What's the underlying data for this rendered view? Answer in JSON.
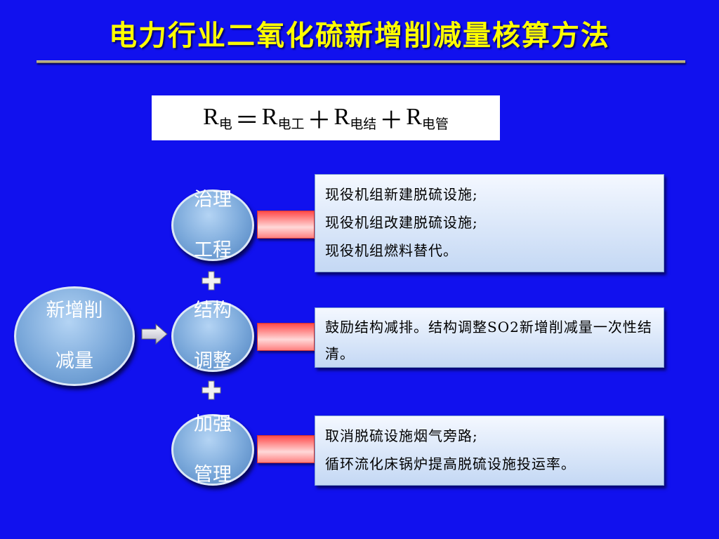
{
  "title": "电力行业二氧化硫新增削减量核算方法",
  "formula": {
    "r": "R",
    "sub_total": "电",
    "eq": "＝",
    "plus": "＋",
    "sub_1": "电工",
    "sub_2": "电结",
    "sub_3": "电管"
  },
  "source_node": {
    "line1": "新增削",
    "line2": "减量"
  },
  "nodes": [
    {
      "line1": "治理",
      "line2": "工程"
    },
    {
      "line1": "结构",
      "line2": "调整"
    },
    {
      "line1": "加强",
      "line2": "管理"
    }
  ],
  "details": [
    [
      "现役机组新建脱硫设施;",
      "现役机组改建脱硫设施;",
      "现役机组燃料替代。"
    ],
    [
      "鼓励结构减排。结构调整SO2新增削减量一次性结清。"
    ],
    [
      "取消脱硫设施烟气旁路;",
      "循环流化床锅炉提高脱硫设施投运率。"
    ]
  ],
  "colors": {
    "background": "#1111ee",
    "title": "#ffff00",
    "connector": "#ff8080",
    "node": "#7aa8da"
  }
}
